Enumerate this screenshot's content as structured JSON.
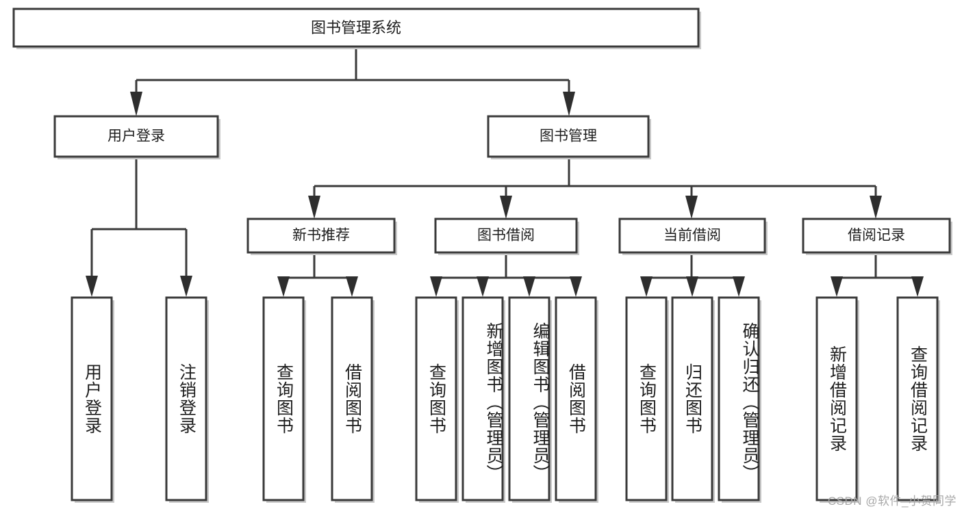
{
  "diagram": {
    "type": "hierarchy-tree",
    "title": "图书管理系统",
    "orientation": "top-down",
    "colors": {
      "box_stroke": "#3a3a3a",
      "box_fill": "#ffffff",
      "line": "#3a3a3a",
      "text": "#1d1d1d",
      "watermark": "#a8a8a8",
      "background": "#ffffff"
    },
    "root": {
      "id": "root",
      "label": "图书管理系统"
    },
    "level2": [
      {
        "id": "user-login",
        "label": "用户登录"
      },
      {
        "id": "book-manage",
        "label": "图书管理"
      }
    ],
    "level3": [
      {
        "id": "new-book-rec",
        "label": "新书推荐",
        "parent": "book-manage"
      },
      {
        "id": "book-borrow",
        "label": "图书借阅",
        "parent": "book-manage"
      },
      {
        "id": "current-borrow",
        "label": "当前借阅",
        "parent": "book-manage"
      },
      {
        "id": "borrow-record",
        "label": "借阅记录",
        "parent": "book-manage"
      }
    ],
    "leaves": [
      {
        "id": "leaf-user-login",
        "label": "用户登录",
        "parent": "user-login"
      },
      {
        "id": "leaf-logout",
        "label": "注销登录",
        "parent": "user-login"
      },
      {
        "id": "leaf-query-book-1",
        "label": "查询图书",
        "parent": "new-book-rec"
      },
      {
        "id": "leaf-borrow-book-1",
        "label": "借阅图书",
        "parent": "new-book-rec"
      },
      {
        "id": "leaf-query-book-2",
        "label": "查询图书",
        "parent": "book-borrow"
      },
      {
        "id": "leaf-add-book",
        "label": "新增图书（管理员）",
        "parent": "book-borrow"
      },
      {
        "id": "leaf-edit-book",
        "label": "编辑图书（管理员）",
        "parent": "book-borrow"
      },
      {
        "id": "leaf-borrow-book-2",
        "label": "借阅图书",
        "parent": "book-borrow"
      },
      {
        "id": "leaf-query-book-3",
        "label": "查询图书",
        "parent": "current-borrow"
      },
      {
        "id": "leaf-return-book",
        "label": "归还图书",
        "parent": "current-borrow"
      },
      {
        "id": "leaf-confirm-return",
        "label": "确认归还（管理员）",
        "parent": "current-borrow"
      },
      {
        "id": "leaf-add-record",
        "label": "新增借阅记录",
        "parent": "borrow-record"
      },
      {
        "id": "leaf-query-record",
        "label": "查询借阅记录",
        "parent": "borrow-record"
      }
    ]
  },
  "watermark": {
    "text": "CSDN @软件_小贺同学"
  }
}
